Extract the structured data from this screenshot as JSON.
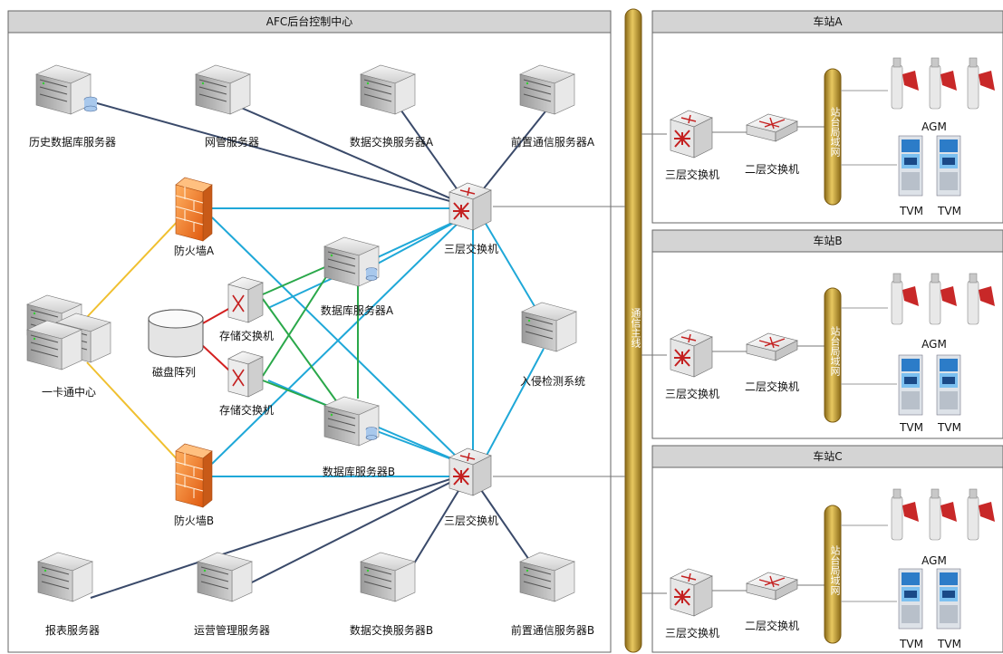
{
  "center": {
    "title": "AFC后台控制中心",
    "servers": {
      "history_db": "历史数据库服务器",
      "network_mgmt": "网管服务器",
      "exchange_a": "数据交换服务器A",
      "frontend_a": "前置通信服务器A",
      "report": "报表服务器",
      "operations": "运营管理服务器",
      "exchange_b": "数据交换服务器B",
      "frontend_b": "前置通信服务器B",
      "db_a": "数据库服务器A",
      "db_b": "数据库服务器B",
      "ids": "入侵检测系统"
    },
    "firewall_a": "防火墙A",
    "firewall_b": "防火墙B",
    "l3_switch": "三层交换机",
    "storage_switch": "存储交换机",
    "disk_array": "磁盘阵列",
    "card_center": "一卡通中心"
  },
  "backbone": "通信主线",
  "stations": [
    {
      "title": "车站A",
      "l3": "三层交换机",
      "l2": "二层交换机",
      "lan": "站台局域网",
      "agm": "AGM",
      "tvm1": "TVM",
      "tvm2": "TVM"
    },
    {
      "title": "车站B",
      "l3": "三层交换机",
      "l2": "二层交换机",
      "lan": "站台局域网",
      "agm": "AGM",
      "tvm1": "TVM",
      "tvm2": "TVM"
    },
    {
      "title": "车站C",
      "l3": "三层交换机",
      "l2": "二层交换机",
      "lan": "站台局域网",
      "agm": "AGM",
      "tvm1": "TVM",
      "tvm2": "TVM"
    }
  ],
  "colors": {
    "panel_header": "#d4d4d4",
    "server_line": "#3a4a6a",
    "cyan_line": "#1fa8d8",
    "yellow_line": "#f0c030",
    "green_line": "#2aa84a",
    "red_line": "#d42020",
    "backbone": "#c8a040",
    "firewall": "#f0802a"
  }
}
